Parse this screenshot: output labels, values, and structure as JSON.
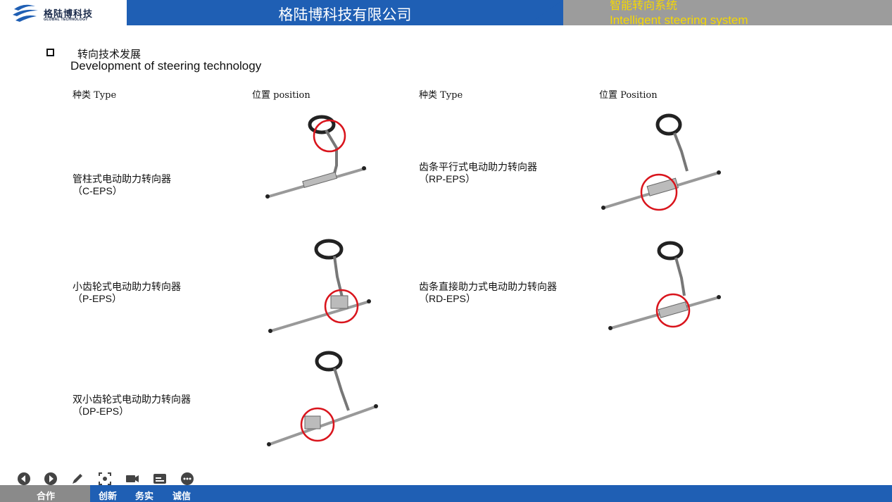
{
  "header": {
    "logo_cn": "格陆博科技",
    "logo_en": "GLOBAL TECHNOLOGY",
    "company_title": "格陆博科技有限公司",
    "system_cn": "智能转向系统",
    "system_en": "Intelligent steering system"
  },
  "section": {
    "title_cn": "转向技术发展",
    "title_en": "Development of steering technology"
  },
  "columns": {
    "left_type": "种类 Type",
    "left_position": "位置 position",
    "right_type": "种类 Type",
    "right_position": "位置 Position"
  },
  "types": [
    {
      "name": "管柱式电动助力转向器",
      "code": "（C-EPS）",
      "highlight": "column"
    },
    {
      "name": "小齿轮式电动助力转向器",
      "code": "（P-EPS）",
      "highlight": "pinion"
    },
    {
      "name": "双小齿轮式电动助力转向器",
      "code": "（DP-EPS）",
      "highlight": "dual-pinion"
    },
    {
      "name": "齿条平行式电动助力转向器",
      "code": "（RP-EPS）",
      "highlight": "rack-parallel"
    },
    {
      "name": "齿条直接助力式电动助力转向器",
      "code": "（RD-EPS）",
      "highlight": "rack-direct"
    }
  ],
  "footer": {
    "words": [
      "合作",
      "创新",
      "务实",
      "诚信"
    ],
    "controls": [
      "prev-icon",
      "next-icon",
      "pen-icon",
      "screenshot-icon",
      "camera-icon",
      "subtitle-icon",
      "more-icon"
    ]
  },
  "colors": {
    "header_blue": "#1f5fb4",
    "accent_yellow": "#f6d800",
    "highlight_red": "#d9141c"
  }
}
